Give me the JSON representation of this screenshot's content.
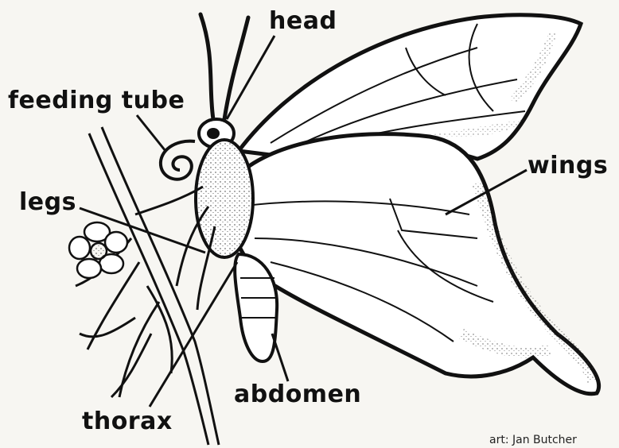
{
  "labels": {
    "head": "head",
    "feeding_tube": "feeding tube",
    "legs": "legs",
    "wings": "wings",
    "thorax": "thorax",
    "abdomen": "abdomen"
  },
  "credit": "art: Jan Butcher",
  "colors": {
    "ink": "#111111",
    "paper": "#f7f6f2"
  }
}
